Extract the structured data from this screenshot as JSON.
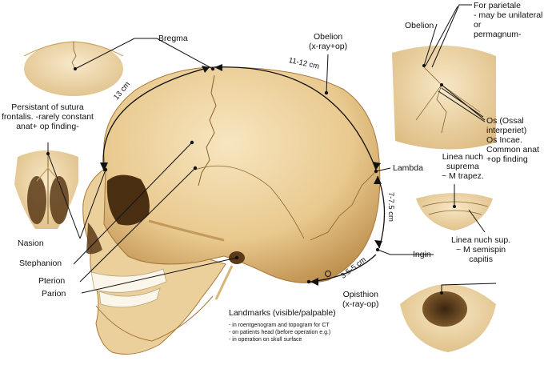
{
  "labels": {
    "bregma": "Bregma",
    "obelion": "Obelion\n(x-ray+op)",
    "obelion_small": "Obelion",
    "for_parietale": "For parietale\n- may be unilateral\nor\npermagnum-",
    "persistant": "Persistant of sutura\nfrontalis. -rarely constant\nanat+ op finding-",
    "os_ossal": "Os (Ossal\ninterperiet)\nOs  Incae.\nCommon anat\n+op finding",
    "lambda": "Lambda",
    "linea_suprema": "Linea nuch\nsuprema\n~ M trapez.",
    "linea_sup": "Linea nuch sup.\n~ M semispin\ncapitis",
    "ingin": "Ingin",
    "opisthion": "Opisthion\n(x-ray-op)",
    "nasion": "Nasion",
    "stephanion": "Stephanion",
    "pterion": "Pterion",
    "parion": "Parion",
    "landmarks_title": "Landmarks (visible/palpable)",
    "landmarks_items": "- in roentgenogram and topogram for CT\n- on patients head (before operation e.g.)\n- in  operation on skull surface"
  },
  "measurements": {
    "m13": "13 cm",
    "m11_12": "11-12 cm",
    "m7_75": "7-7.5 cm",
    "m35_5": "3.5-5 cm"
  },
  "colors": {
    "bone_light": "#f3dcae",
    "bone_mid": "#e6c387",
    "bone_dark": "#c79a55",
    "shadow": "#8a6230",
    "line": "#111111"
  }
}
